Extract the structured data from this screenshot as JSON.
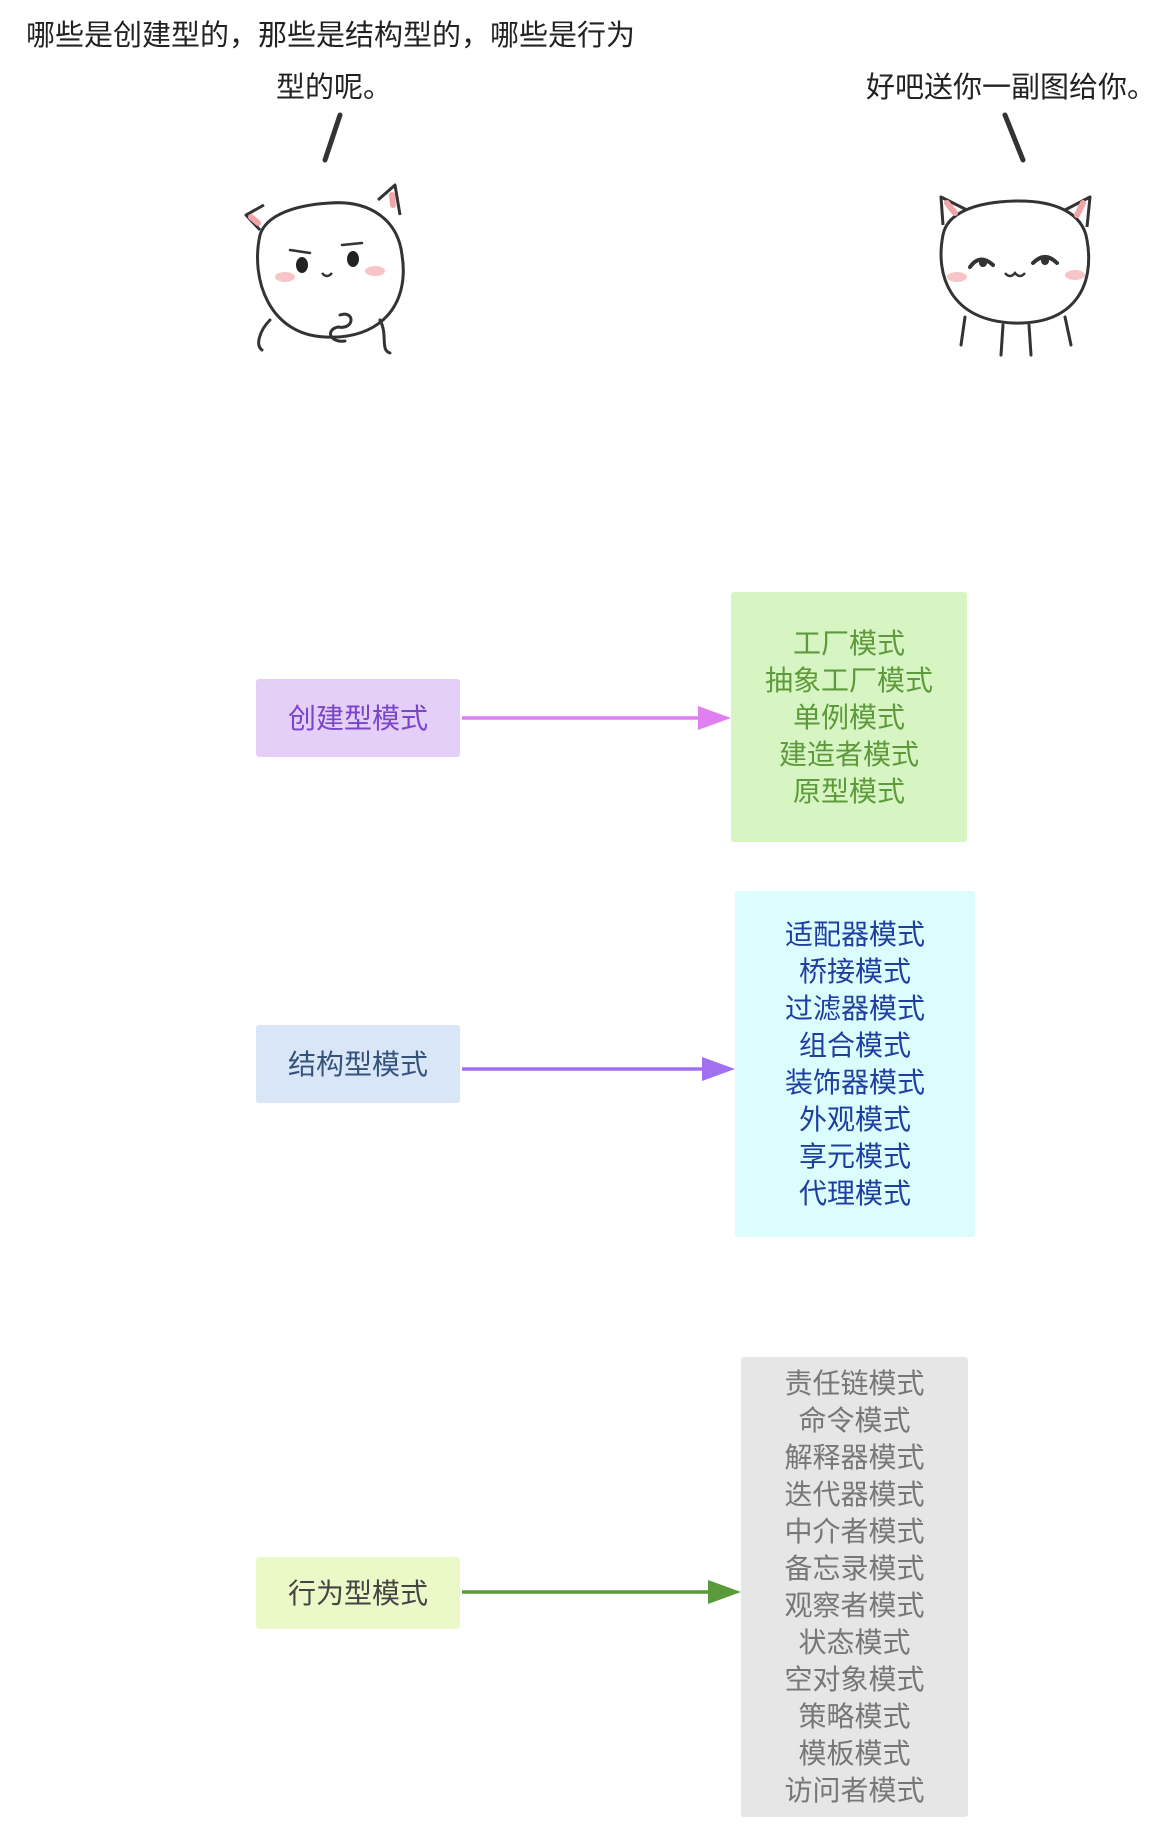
{
  "dialogue": {
    "left_line1": "哪些是创建型的，那些是结构型的，哪些是行为",
    "left_line2": "型的呢。",
    "right": "好吧送你一副图给你。"
  },
  "diagram": {
    "categories": [
      {
        "label": "创建型模式",
        "color": "#7a45c8",
        "items": [
          "工厂模式",
          "抽象工厂模式",
          "单例模式",
          "建造者模式",
          "原型模式"
        ]
      },
      {
        "label": "结构型模式",
        "color": "#35527a",
        "items": [
          "适配器模式",
          "桥接模式",
          "过滤器模式",
          "组合模式",
          "装饰器模式",
          "外观模式",
          "享元模式",
          "代理模式"
        ]
      },
      {
        "label": "行为型模式",
        "color": "#444444",
        "items": [
          "责任链模式",
          "命令模式",
          "解释器模式",
          "迭代器模式",
          "中介者模式",
          "备忘录模式",
          "观察者模式",
          "状态模式",
          "空对象模式",
          "策略模式",
          "模板模式",
          "访问者模式"
        ]
      }
    ],
    "arrow_colors": [
      "#e080f0",
      "#a070f0",
      "#5a9a3a"
    ]
  }
}
